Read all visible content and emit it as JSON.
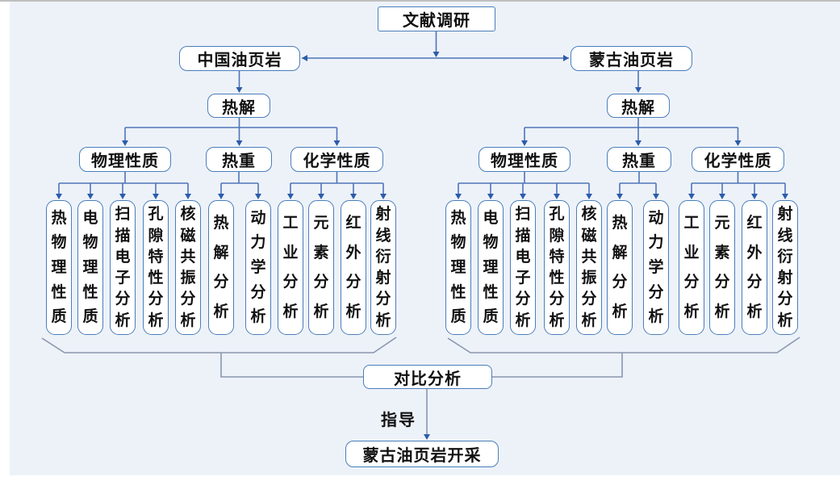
{
  "colors": {
    "background": "#edf2f9",
    "box_border": "#4a7ebb",
    "box_fill": "#ffffff",
    "text": "#111111",
    "connector": "#4f74b8",
    "brace": "#8a96ad",
    "arrowhead": "#2b5cab"
  },
  "diagram": {
    "root": "文献调研",
    "left_branch": {
      "title": "中国油页岩",
      "pyrolysis": "热解",
      "categories": [
        {
          "label": "物理性质",
          "children": [
            "热物理性质",
            "电物理性质",
            "扫描电子分析",
            "孔隙特性分析",
            "核磁共振分析"
          ]
        },
        {
          "label": "热重",
          "children": [
            "热解分析",
            "动力学分析"
          ]
        },
        {
          "label": "化学性质",
          "children": [
            "工业分析",
            "元素分析",
            "红外分析",
            "射线衍射分析"
          ]
        }
      ]
    },
    "right_branch": {
      "title": "蒙古油页岩",
      "pyrolysis": "热解",
      "categories": [
        {
          "label": "物理性质",
          "children": [
            "热物理性质",
            "电物理性质",
            "扫描电子分析",
            "孔隙特性分析",
            "核磁共振分析"
          ]
        },
        {
          "label": "热重",
          "children": [
            "热解分析",
            "动力学分析"
          ]
        },
        {
          "label": "化学性质",
          "children": [
            "工业分析",
            "元素分析",
            "红外分析",
            "射线衍射分析"
          ]
        }
      ]
    },
    "compare": "对比分析",
    "guide_label": "指导",
    "result": "蒙古油页岩开采"
  }
}
